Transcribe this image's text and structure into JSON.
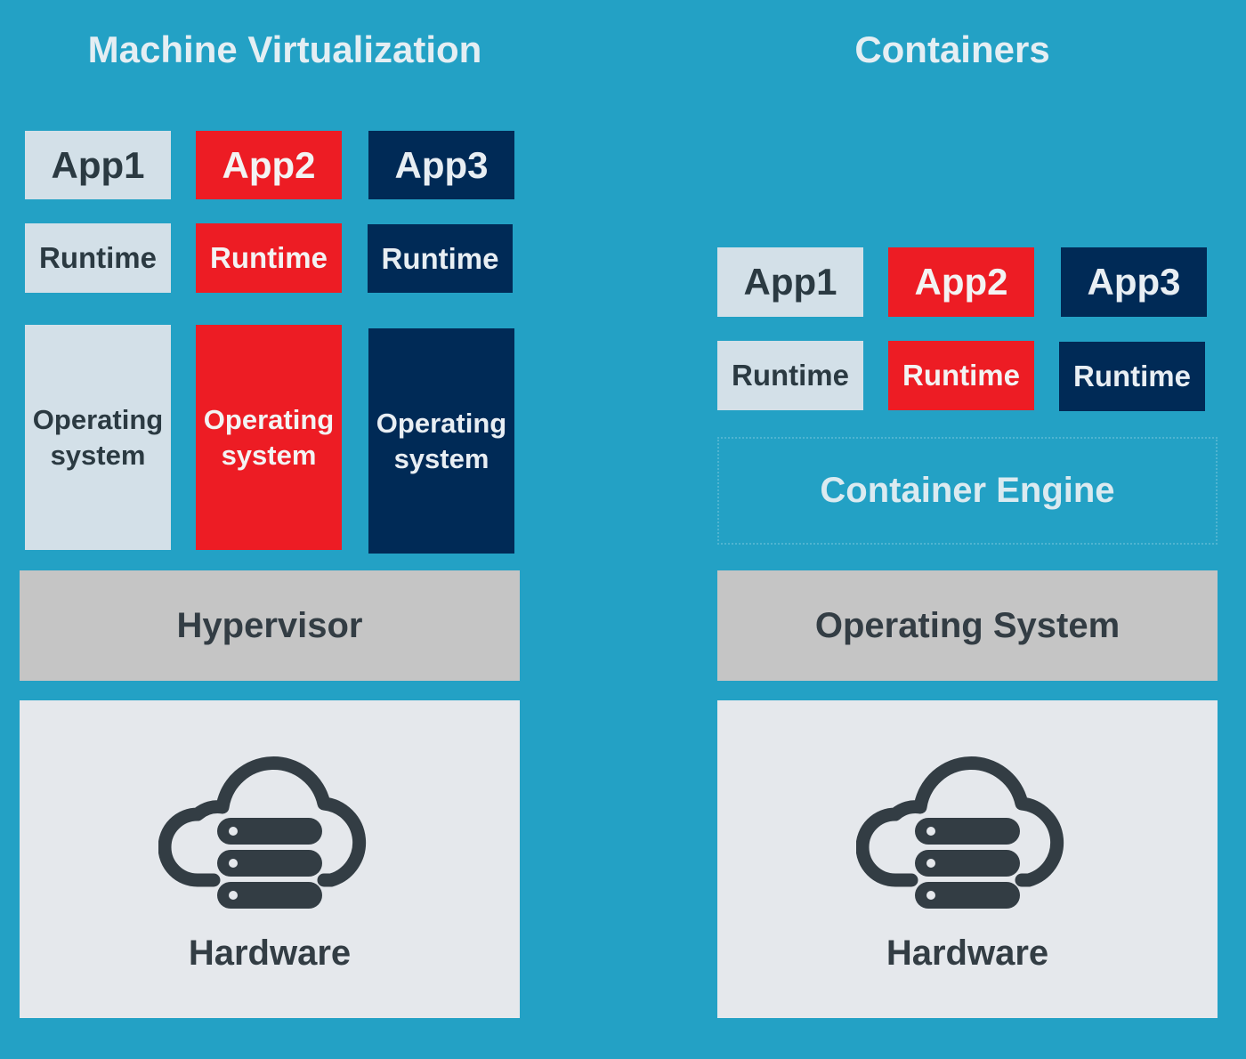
{
  "colors": {
    "background": "#23a1c5",
    "app1": "#d3e0e8",
    "app2": "#ed1c24",
    "app3": "#002a56",
    "layer_gray": "#c5c5c5",
    "hardware": "#e5e8ec"
  },
  "vm": {
    "title": "Machine Virtualization",
    "apps": [
      "App1",
      "App2",
      "App3"
    ],
    "runtimes": [
      "Runtime",
      "Runtime",
      "Runtime"
    ],
    "os": [
      "Operating system",
      "Operating system",
      "Operating system"
    ],
    "hypervisor": "Hypervisor",
    "hardware": "Hardware",
    "hardware_icon": "cloud-server-icon"
  },
  "containers": {
    "title": "Containers",
    "apps": [
      "App1",
      "App2",
      "App3"
    ],
    "runtimes": [
      "Runtime",
      "Runtime",
      "Runtime"
    ],
    "engine": "Container Engine",
    "os": "Operating System",
    "hardware": "Hardware",
    "hardware_icon": "cloud-server-icon"
  }
}
